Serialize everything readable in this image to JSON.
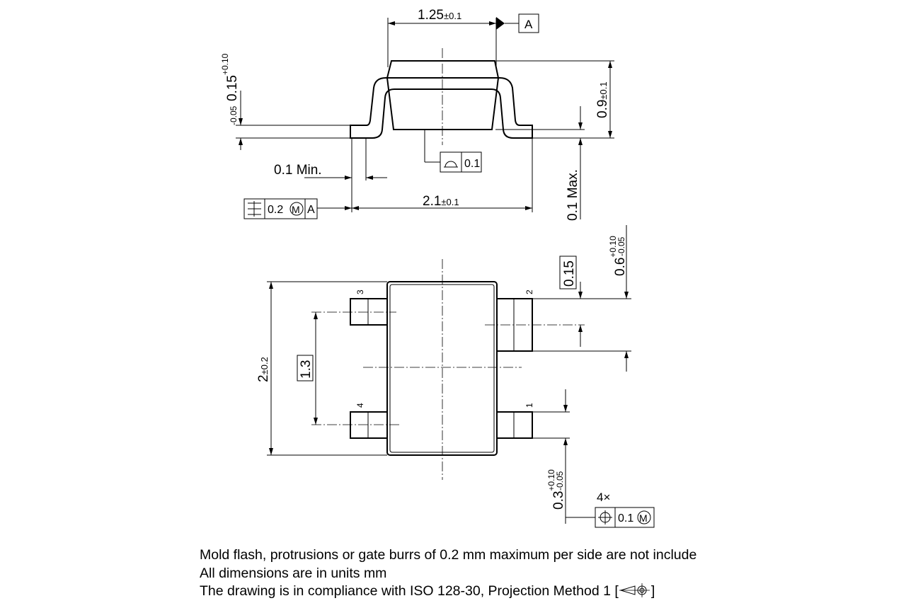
{
  "side_view": {
    "width_top": "1.25",
    "width_top_tol": "±0.1",
    "datum": "A",
    "lead_thickness": "0.15",
    "lead_thickness_tol_upper": "+0.10",
    "lead_thickness_tol_lower": "-0.05",
    "height": "0.9",
    "height_tol": "±0.1",
    "lead_min": "0.1 Min.",
    "standoff_max": "0.1 Max.",
    "overall_width": "2.1",
    "overall_width_tol": "±0.1",
    "flatness_value": "0.1",
    "position_value": "0.2",
    "position_modifier": "M",
    "position_datum": "A"
  },
  "top_view": {
    "body_length": "2",
    "body_length_tol": "±0.2",
    "pitch": "1.3",
    "lead_width_basic": "0.15",
    "lead_width_2": "0.6",
    "lead_width_2_tol_upper": "+0.10",
    "lead_width_2_tol_lower": "-0.05",
    "lead_width_1": "0.3",
    "lead_width_1_tol_upper": "+0.10",
    "lead_width_1_tol_lower": "-0.05",
    "pins": [
      "1",
      "2",
      "3",
      "4"
    ],
    "position_count": "4×",
    "position_tolerance": "0.1",
    "position_modifier": "M"
  },
  "notes": [
    "Mold flash, protrusions or gate burrs of 0.2 mm maximum per side are not include",
    "All dimensions are in units mm",
    "The drawing is in compliance with ISO 128-30, Projection Method 1 ["
  ],
  "notes_suffix": "]"
}
